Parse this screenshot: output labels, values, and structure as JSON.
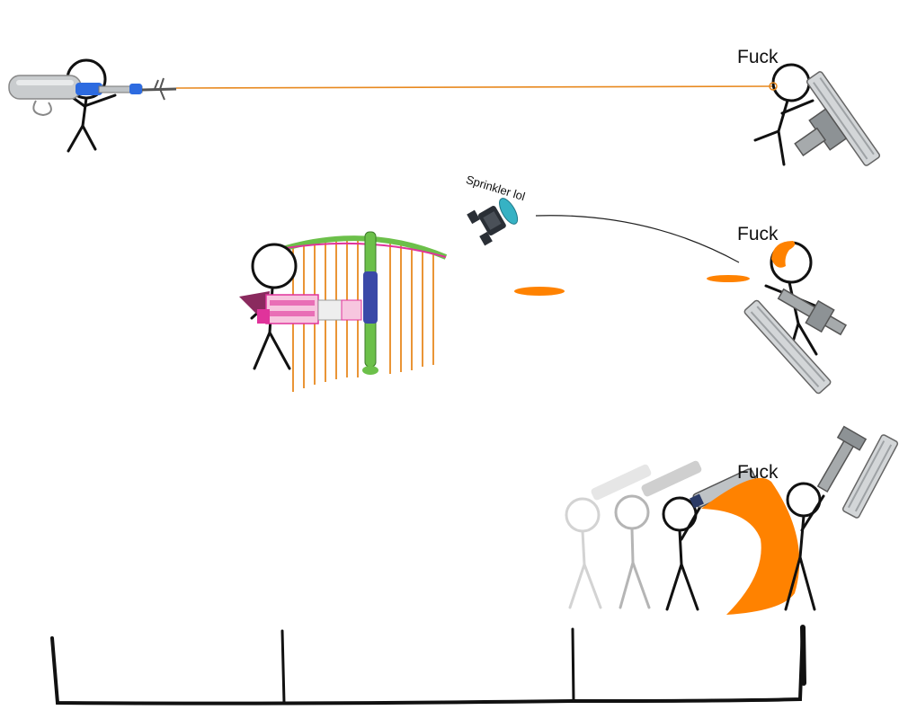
{
  "labels": {
    "fuck_1": "Fuck",
    "fuck_2": "Fuck",
    "fuck_3": "Fuck",
    "sprinkler": "Sprinkler lol"
  },
  "colors": {
    "ink": "#111111",
    "ink_orange": "#ff8200",
    "laser": "#e8891f",
    "weapon_blue": "#2d6be0",
    "weapon_silver": "#bfc3c6",
    "bow_green": "#6cc04a",
    "bow_magenta": "#e0339b",
    "sprinkler_teal": "#36b2c4",
    "ghost_gray": "#b5b5b5"
  },
  "icons": [
    "e-liter-sniper",
    "roller-weapon",
    "tri-stringer-bow",
    "sprinkler-sub",
    "splatana-wiper"
  ]
}
